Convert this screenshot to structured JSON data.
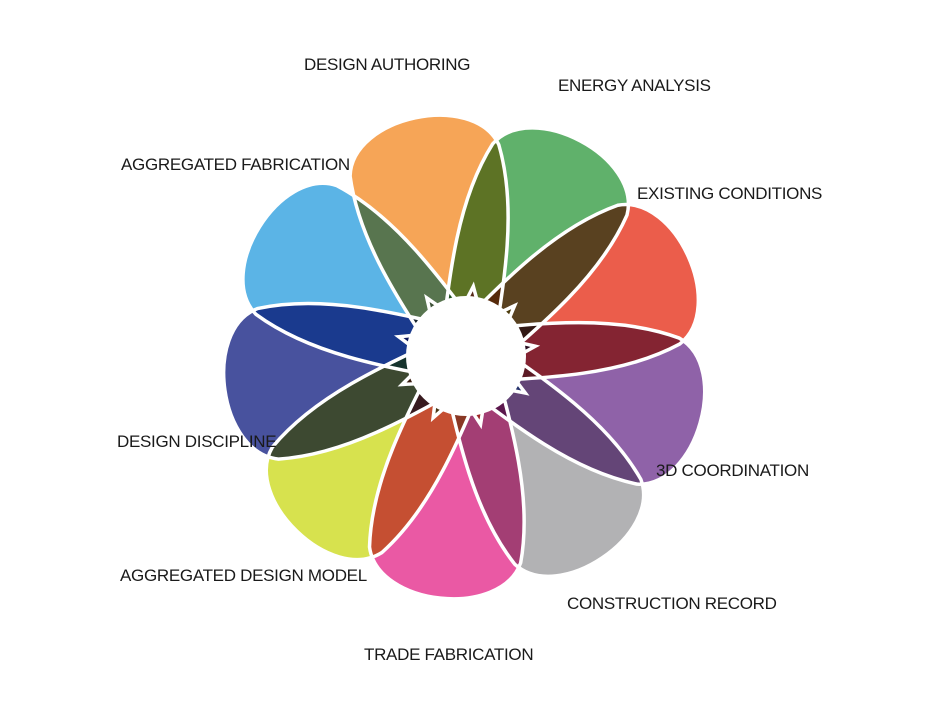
{
  "diagram": {
    "petals": [
      {
        "label": "DESIGN AUTHORING",
        "color": "#F59B45"
      },
      {
        "label": "ENERGY ANALYSIS",
        "color": "#4FA85B"
      },
      {
        "label": "EXISTING CONDITIONS",
        "color": "#E94B37"
      },
      {
        "label": "3D COORDINATION",
        "color": "#83519E"
      },
      {
        "label": "CONSTRUCTION RECORD",
        "color": "#AAAAAC"
      },
      {
        "label": "TRADE FABRICATION",
        "color": "#E8479A"
      },
      {
        "label": "AGGREGATED DESIGN MODEL",
        "color": "#D3DF3B"
      },
      {
        "label": "DESIGN DISCIPLINE",
        "color": "#343F93"
      },
      {
        "label": "AGGREGATED FABRICATION",
        "color": "#49ACE3"
      }
    ]
  }
}
